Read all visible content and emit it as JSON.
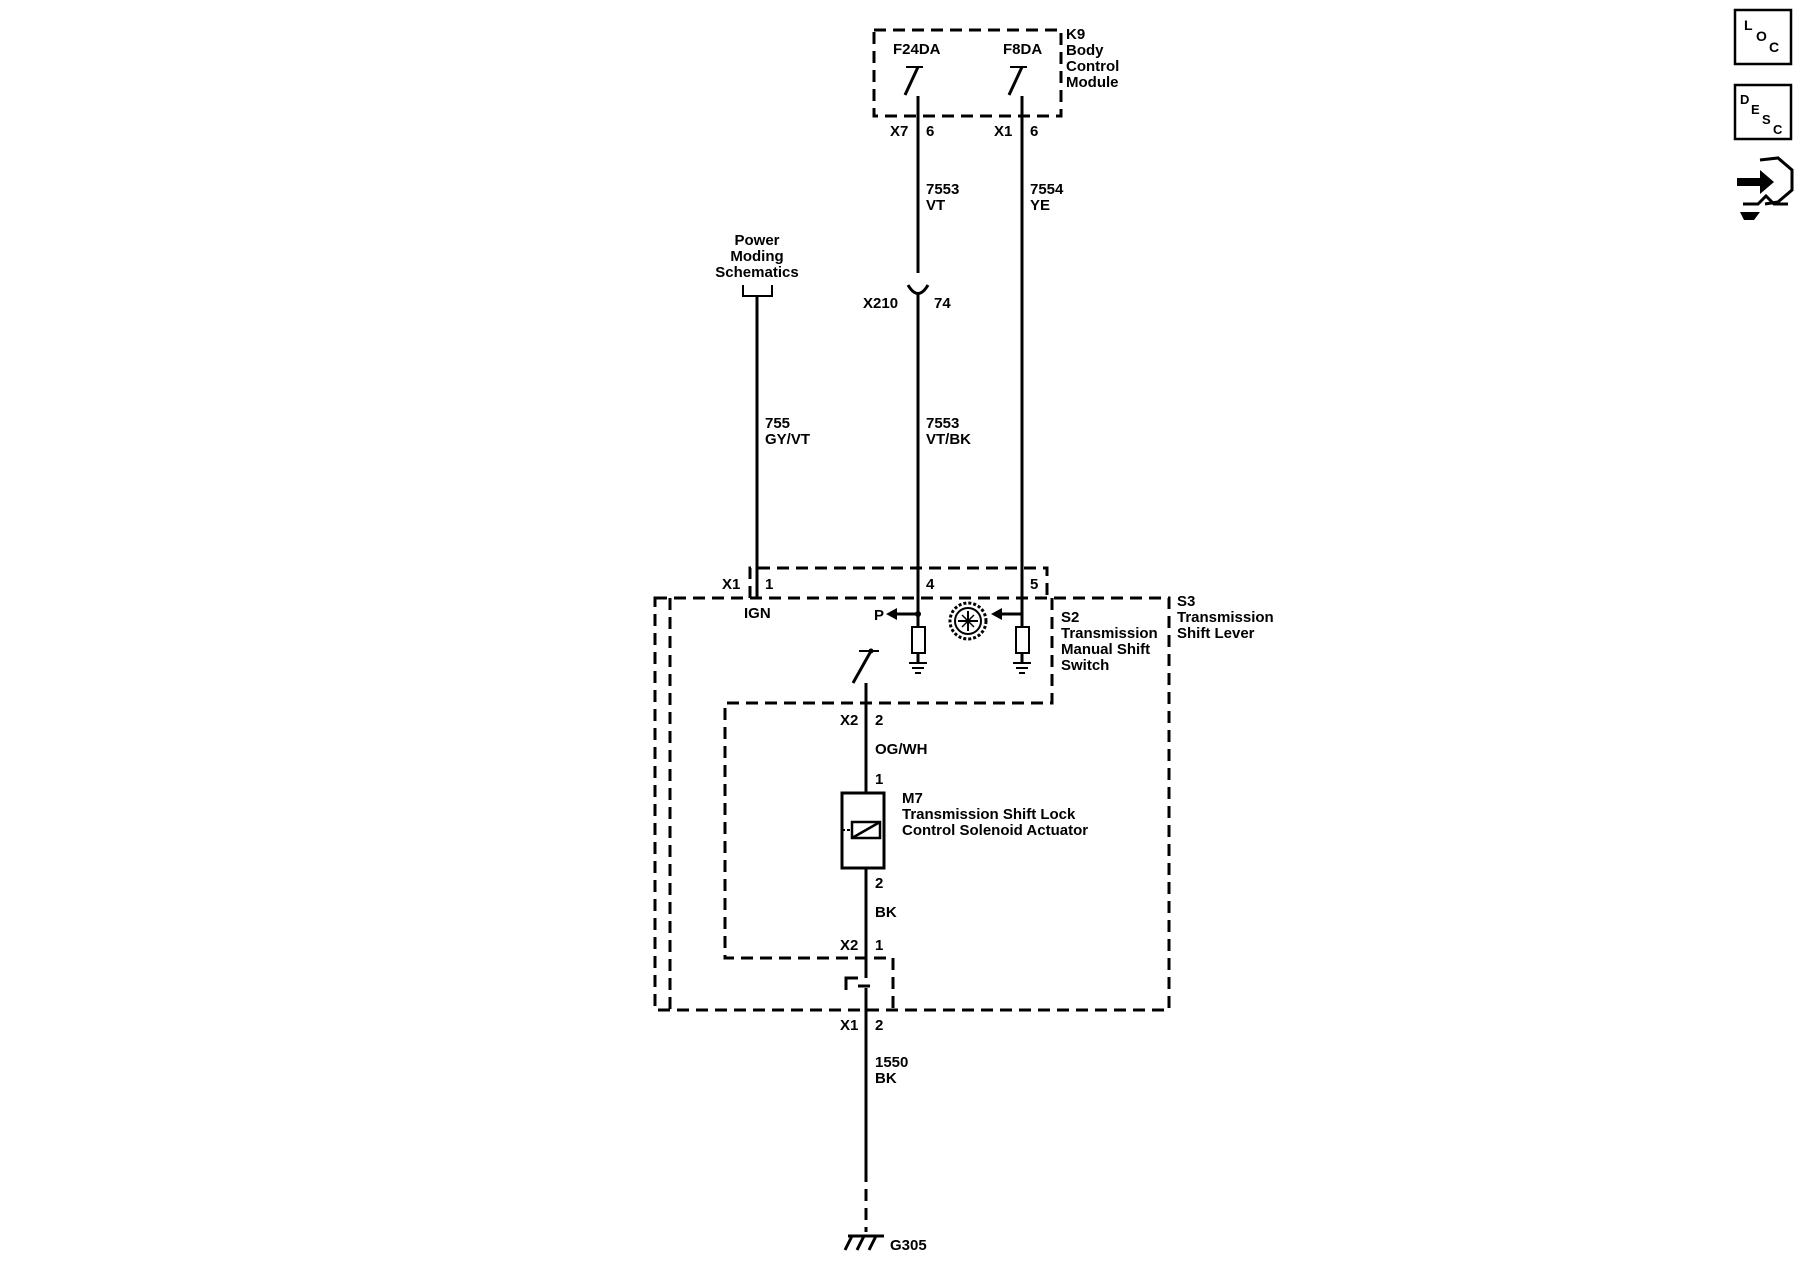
{
  "k9": {
    "ref": "K9",
    "name_lines": [
      "Body",
      "Control",
      "Module"
    ],
    "pin_a_name": "F24DA",
    "pin_b_name": "F8DA",
    "conn_a": "X7",
    "conn_a_pin": "6",
    "conn_b": "X1",
    "conn_b_pin": "6"
  },
  "wire_7553": {
    "circuit": "7553",
    "color": "VT"
  },
  "wire_7554": {
    "circuit": "7554",
    "color": "YE"
  },
  "inline_x210": {
    "ref": "X210",
    "pin": "74"
  },
  "wire_7553b": {
    "circuit": "7553",
    "color": "VT/BK"
  },
  "power_moding": {
    "lines": [
      "Power",
      "Moding",
      "Schematics"
    ]
  },
  "wire_755": {
    "circuit": "755",
    "color": "GY/VT"
  },
  "s2_connector": {
    "ref": "X1",
    "pin1": "1",
    "pin4": "4",
    "pin5": "5",
    "ign_label": "IGN",
    "p_label": "P"
  },
  "s2": {
    "ref": "S2",
    "name_lines": [
      "Transmission",
      "Manual Shift",
      "Switch"
    ]
  },
  "s3": {
    "ref": "S3",
    "name_lines": [
      "Transmission",
      "Shift Lever"
    ]
  },
  "x2_top": {
    "ref": "X2",
    "pin": "2"
  },
  "wire_ogwh": {
    "color": "OG/WH"
  },
  "m7": {
    "pin_top": "1",
    "ref": "M7",
    "name_lines": [
      "Transmission Shift Lock",
      "Control Solenoid Actuator"
    ],
    "pin_bottom": "2"
  },
  "wire_bk": {
    "color": "BK"
  },
  "x2_bottom": {
    "ref": "X2",
    "pin": "1"
  },
  "x1_bottom": {
    "ref": "X1",
    "pin": "2"
  },
  "wire_1550": {
    "circuit": "1550",
    "color": "BK"
  },
  "ground": {
    "ref": "G305"
  },
  "side_icons": {
    "loc": {
      "letters": [
        "L",
        "O",
        "C"
      ],
      "icon": "loc-icon"
    },
    "desc": {
      "letters": [
        "D",
        "E",
        "S",
        "C"
      ],
      "icon": "desc-icon"
    },
    "connector": {
      "icon": "connector-info-icon"
    }
  }
}
